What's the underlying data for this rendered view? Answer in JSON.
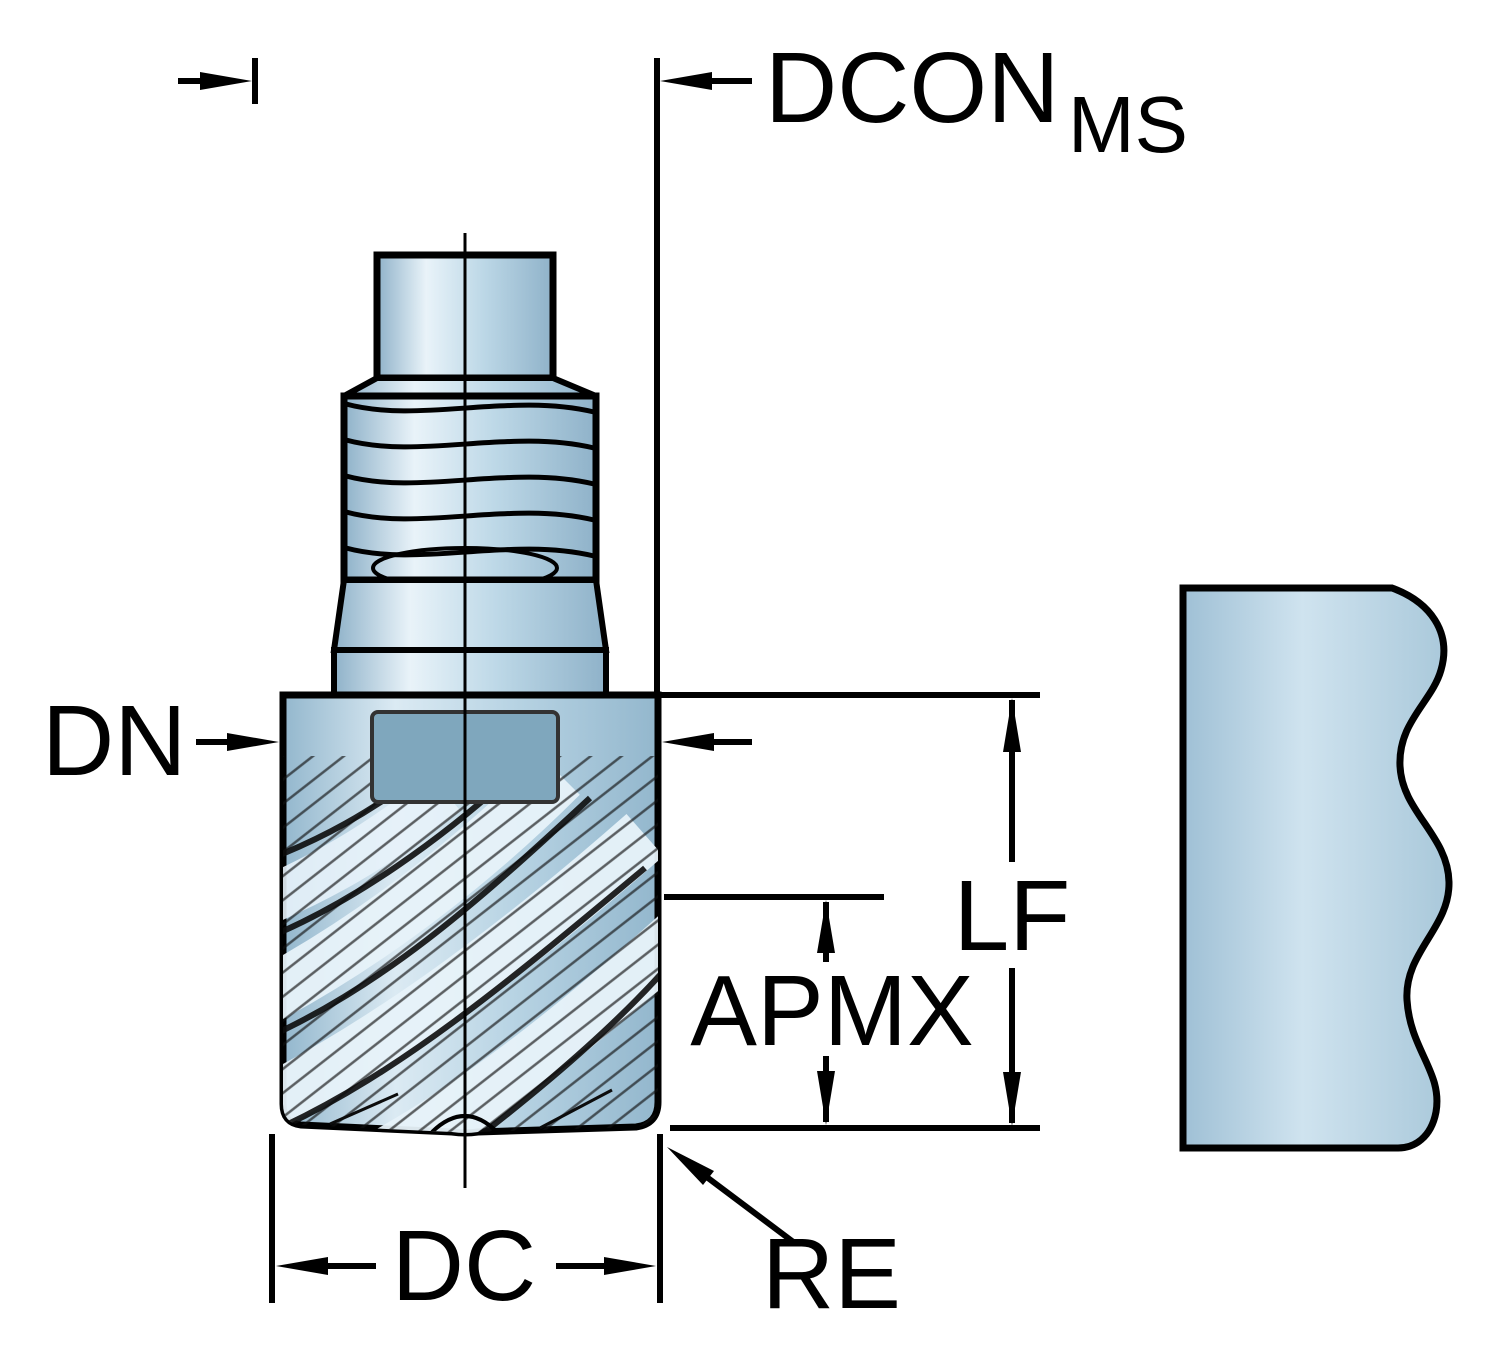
{
  "diagram": {
    "description": "Exchangeable-head end mill dimension drawing",
    "labels": {
      "dcon": "DCON",
      "dcon_sub": "MS",
      "dn": "DN",
      "lf": "LF",
      "apmx": "APMX",
      "dc": "DC",
      "re": "RE"
    },
    "colors": {
      "outline": "#000000",
      "background": "#ffffff",
      "metal_light": "#e9f3f9",
      "metal_mid": "#bdd8e7",
      "metal_dark": "#8fb2c9",
      "body_light": "#dbeaf3",
      "body_mid": "#b7d3e3",
      "body_dark": "#93b7cd",
      "pocket": "#7fa7bd"
    }
  }
}
